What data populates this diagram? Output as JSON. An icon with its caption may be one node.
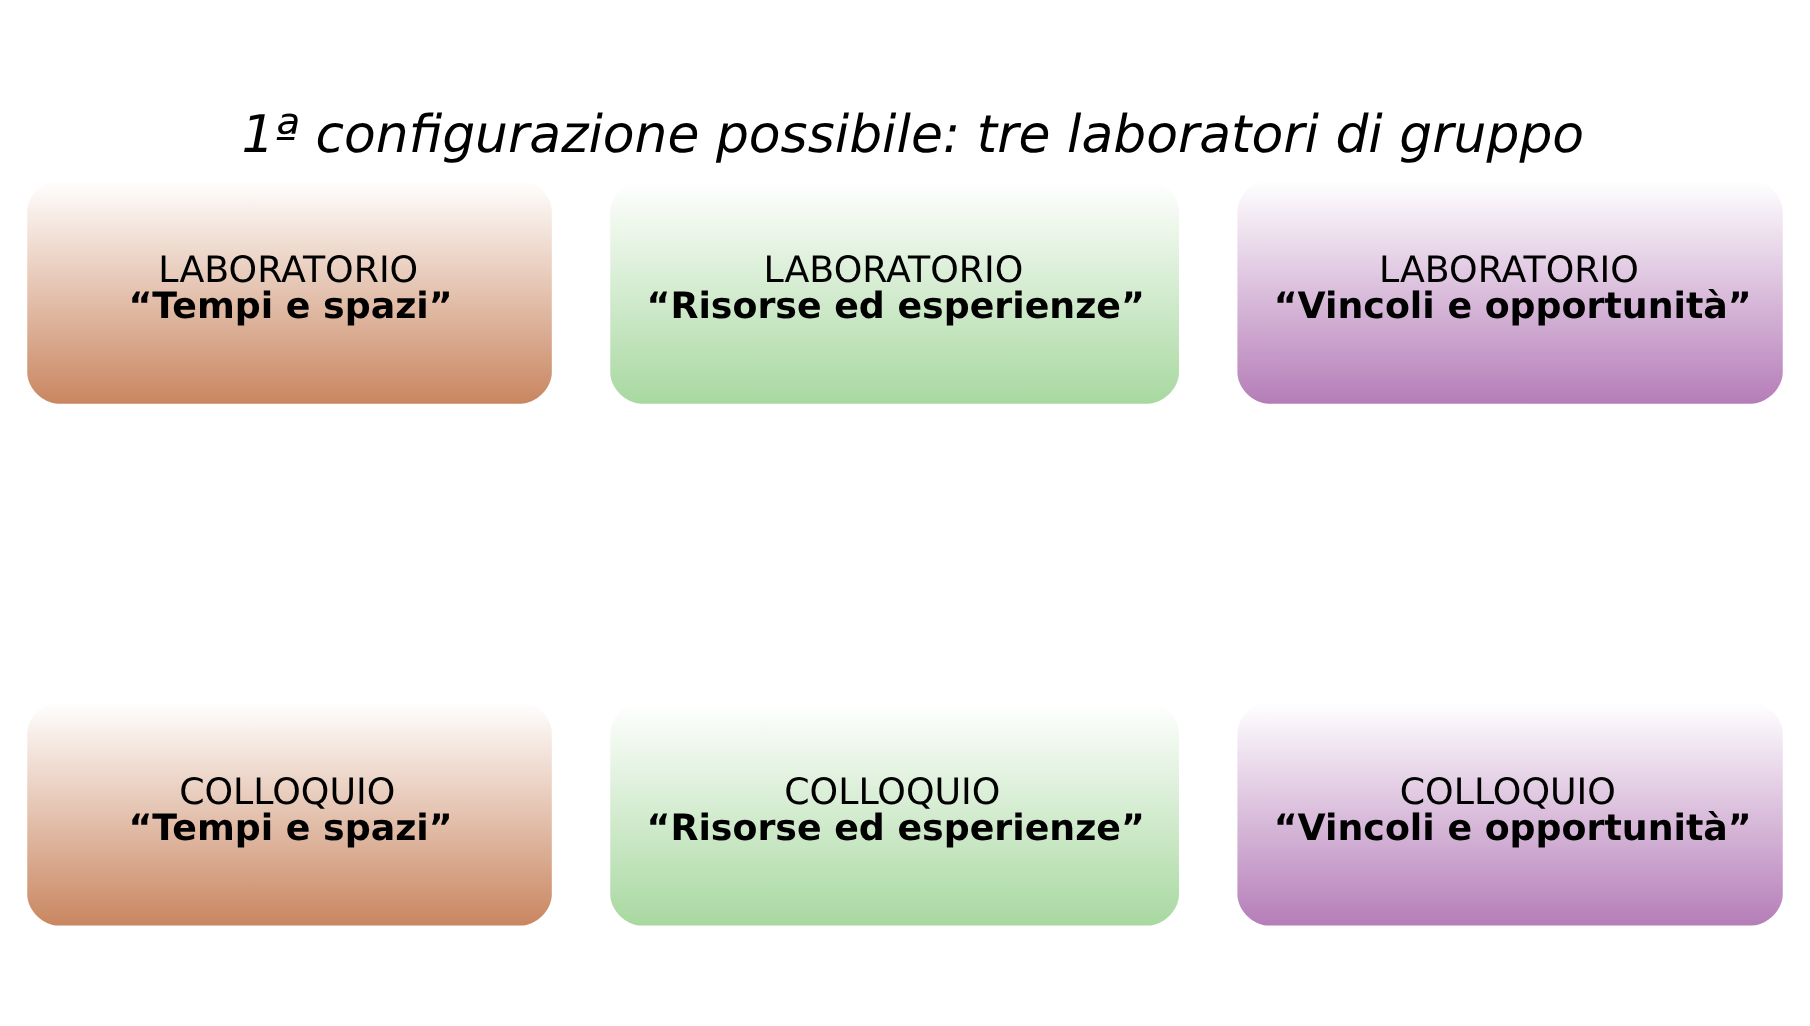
{
  "diagram": {
    "title": "1ª configurazione possibile: tre laboratori di gruppo",
    "nodes": [
      {
        "text": [
          "LABORATORIO",
          "“Tempi e spazi”"
        ]
      },
      {
        "text": [
          "LABORATORIO",
          "“Risorse ed esperienze”"
        ]
      },
      {
        "text": [
          "LABORATORIO",
          "“Vincoli e opportunità”"
        ]
      },
      {
        "text": [
          "COLLOQUIO",
          "“Tempi e spazi”"
        ]
      },
      {
        "text": [
          "COLLOQUIO",
          "“Risorse ed esperienze”"
        ]
      },
      {
        "text": [
          "COLLOQUIO",
          "“Vincoli e opportunità”"
        ]
      }
    ],
    "edges": []
  }
}
